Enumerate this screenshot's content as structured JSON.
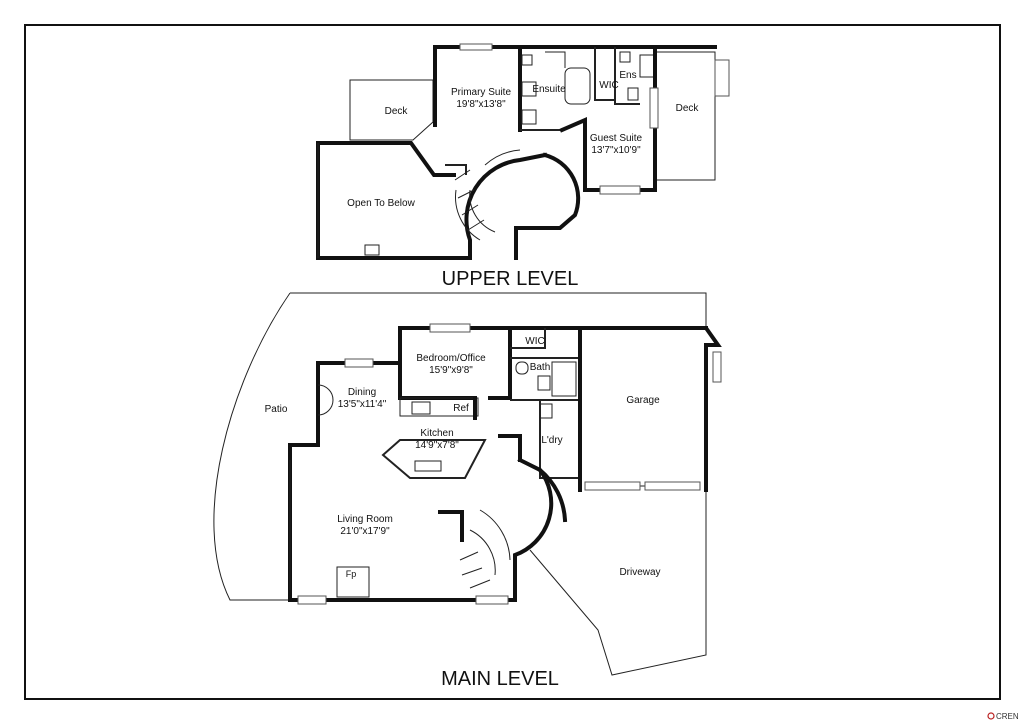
{
  "upper_level": {
    "title": "UPPER LEVEL",
    "rooms": {
      "deck_left": {
        "name": "Deck"
      },
      "primary_suite": {
        "name": "Primary Suite",
        "dims": "19'8\"x13'8\""
      },
      "ensuite": {
        "name": "Ensuite"
      },
      "wic": {
        "name": "WIC"
      },
      "ens": {
        "name": "Ens"
      },
      "deck_right": {
        "name": "Deck"
      },
      "guest_suite": {
        "name": "Guest Suite",
        "dims": "13'7\"x10'9\""
      },
      "open_to_below": {
        "name": "Open To Below"
      }
    }
  },
  "main_level": {
    "title": "MAIN LEVEL",
    "rooms": {
      "patio": {
        "name": "Patio"
      },
      "dining": {
        "name": "Dining",
        "dims": "13'5\"x11'4\""
      },
      "bedroom_office": {
        "name": "Bedroom/Office",
        "dims": "15'9\"x9'8\""
      },
      "wic": {
        "name": "WIC"
      },
      "bath": {
        "name": "Bath"
      },
      "ref": {
        "name": "Ref"
      },
      "kitchen": {
        "name": "Kitchen",
        "dims": "14'9\"x7'8\""
      },
      "laundry": {
        "name": "L'dry"
      },
      "garage": {
        "name": "Garage"
      },
      "living_room": {
        "name": "Living Room",
        "dims": "21'0\"x17'9\""
      },
      "fireplace": {
        "name": "Fp"
      },
      "driveway": {
        "name": "Driveway"
      }
    }
  },
  "watermark": {
    "text": "CREN"
  },
  "colors": {
    "wall": "#111111",
    "line": "#222222",
    "background": "#ffffff"
  }
}
